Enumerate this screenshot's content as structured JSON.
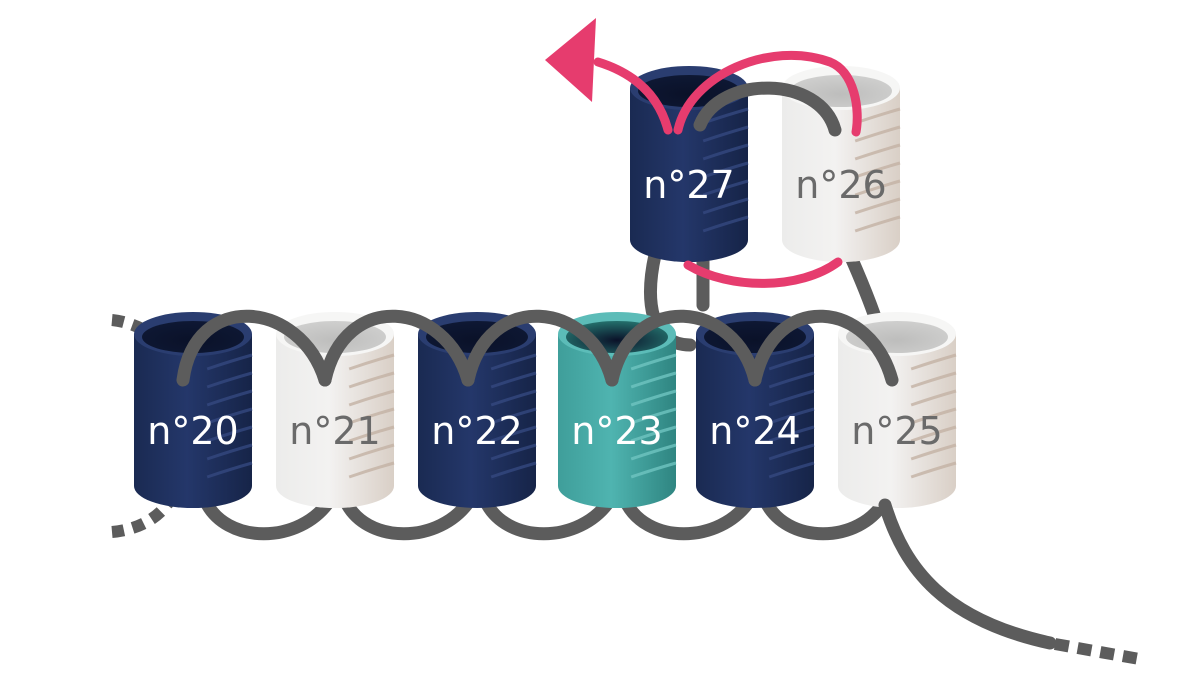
{
  "colors": {
    "navy": "#1d2d57",
    "navy_dark": "#132041",
    "light": "#e6e5e4",
    "light_shade": "#c9bdb3",
    "teal": "#46aaa6",
    "teal_dark": "#2d7f7b",
    "strand": "#5c5c5c",
    "arrow": "#e63c6e",
    "label_on_dark": "#ffffff",
    "label_on_light": "#6a6a6a"
  },
  "cylinders": [
    {
      "id": "c20",
      "label": "n°20",
      "tone": "navy"
    },
    {
      "id": "c21",
      "label": "n°21",
      "tone": "light"
    },
    {
      "id": "c22",
      "label": "n°22",
      "tone": "navy"
    },
    {
      "id": "c23",
      "label": "n°23",
      "tone": "teal"
    },
    {
      "id": "c24",
      "label": "n°24",
      "tone": "navy"
    },
    {
      "id": "c25",
      "label": "n°25",
      "tone": "light"
    },
    {
      "id": "c26",
      "label": "n°26",
      "tone": "light"
    },
    {
      "id": "c27",
      "label": "n°27",
      "tone": "navy"
    }
  ]
}
